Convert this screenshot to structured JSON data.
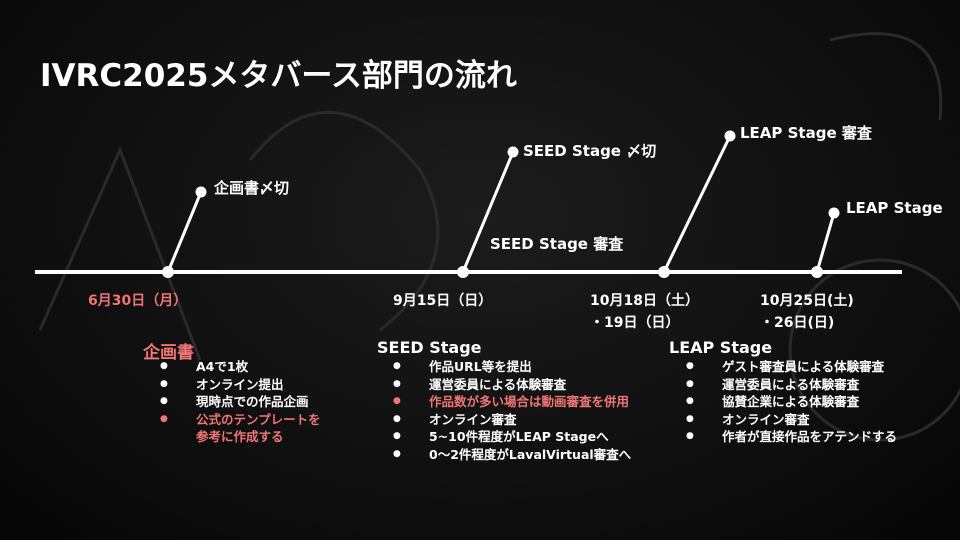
{
  "title": "IVRC2025メタバース部門の流れ",
  "milestones": {
    "plan_deadline": "企画書〆切",
    "seed_deadline": "SEED Stage 〆切",
    "seed_review": "SEED Stage 審査",
    "leap_review": "LEAP Stage 審査",
    "leap_stage": "LEAP Stage"
  },
  "dates": {
    "d1": "6月30日（月）",
    "d2": "9月15日（日）",
    "d3_line1": "10月18日（土）",
    "d3_line2": "・19日（日）",
    "d4_line1": "10月25日(土)",
    "d4_line2": "・26日(日)"
  },
  "sections": {
    "plan": {
      "heading": "企画書",
      "items": [
        "A4で1枚",
        "オンライン提出",
        "現時点での作品企画",
        "公式のテンプレートを"
      ],
      "continuation": "参考に作成する"
    },
    "seed": {
      "heading": "SEED Stage",
      "items": [
        "作品URL等を提出",
        "運営委員による体験審査",
        "作品数が多い場合は動画審査を併用",
        "オンライン審査",
        "5~10件程度がLEAP Stageへ",
        "0〜2件程度がLavalVirtual審査へ"
      ]
    },
    "leap": {
      "heading": "LEAP Stage",
      "items": [
        "ゲスト審査員による体験審査",
        "運営委員による体験審査",
        "協賛企業による体験審査",
        "オンライン審査",
        "作者が直接作品をアテンドする"
      ]
    }
  },
  "colors": {
    "accent": "#f07575",
    "text": "#ffffff"
  }
}
